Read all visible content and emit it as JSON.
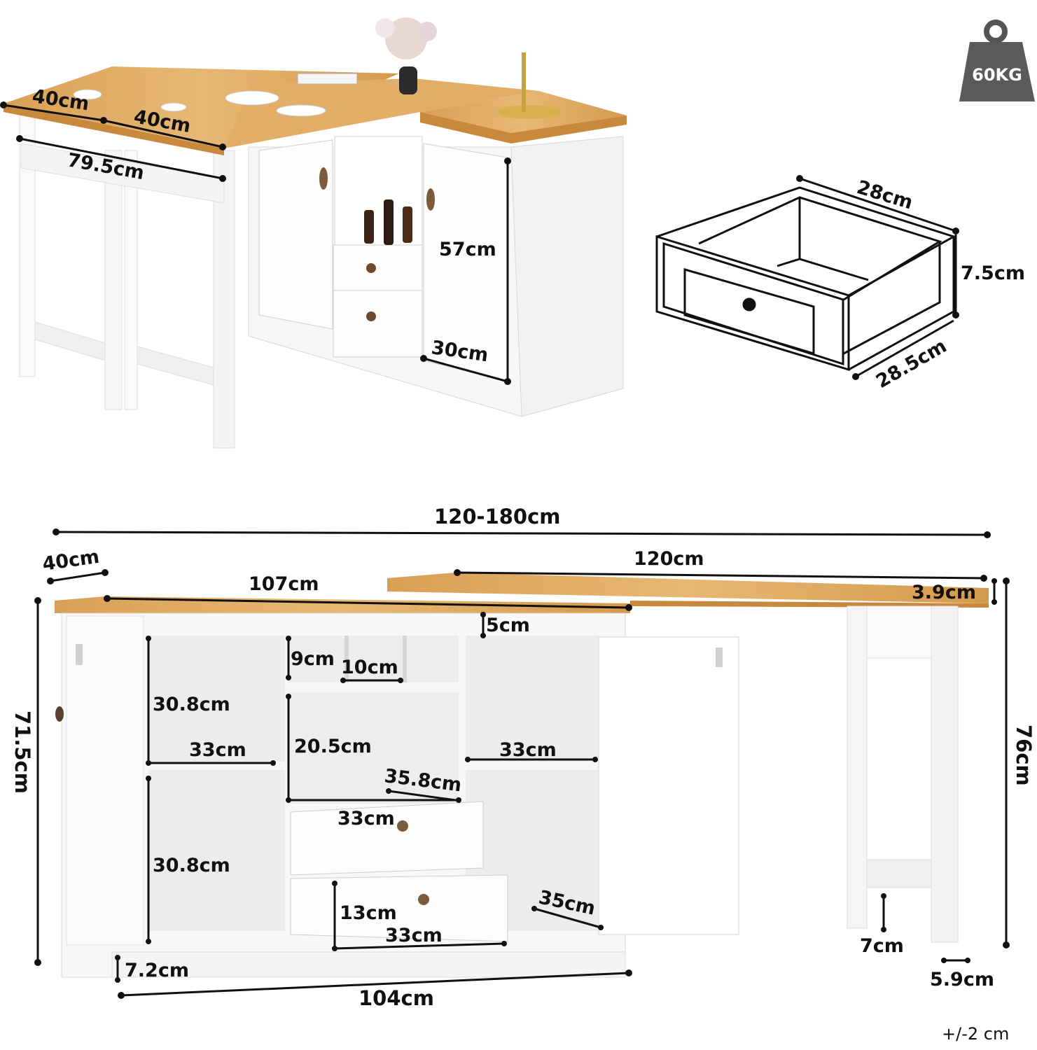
{
  "weight_badge": "60KG",
  "tolerance": "+/-2 cm",
  "top_view": {
    "flap_width_left": "40cm",
    "flap_width_right": "40cm",
    "table_length": "79.5cm",
    "door_height": "57cm",
    "door_width": "30cm"
  },
  "drawer": {
    "depth": "28cm",
    "height": "7.5cm",
    "width": "28.5cm"
  },
  "front_view": {
    "total_width": "120-180cm",
    "side_depth": "40cm",
    "cabinet_top": "107cm",
    "table_top": "120cm",
    "top_thickness": "3.9cm",
    "top_rail": "5cm",
    "wine_slot_height": "9cm",
    "wine_slot_width": "10cm",
    "left_shelf_upper": "30.8cm",
    "left_shelf_width": "33cm",
    "middle_shelf_height": "20.5cm",
    "right_shelf_width": "33cm",
    "middle_shelf_depth": "35.8cm",
    "drawer_top_width": "33cm",
    "left_shelf_lower": "30.8cm",
    "drawer_height": "13cm",
    "drawer_bottom_width": "33cm",
    "door_depth": "35cm",
    "cabinet_height": "71.5cm",
    "table_height": "76cm",
    "plinth_height": "7.2cm",
    "cabinet_width": "104cm",
    "leg_gap": "7cm",
    "leg_width": "5.9cm"
  }
}
